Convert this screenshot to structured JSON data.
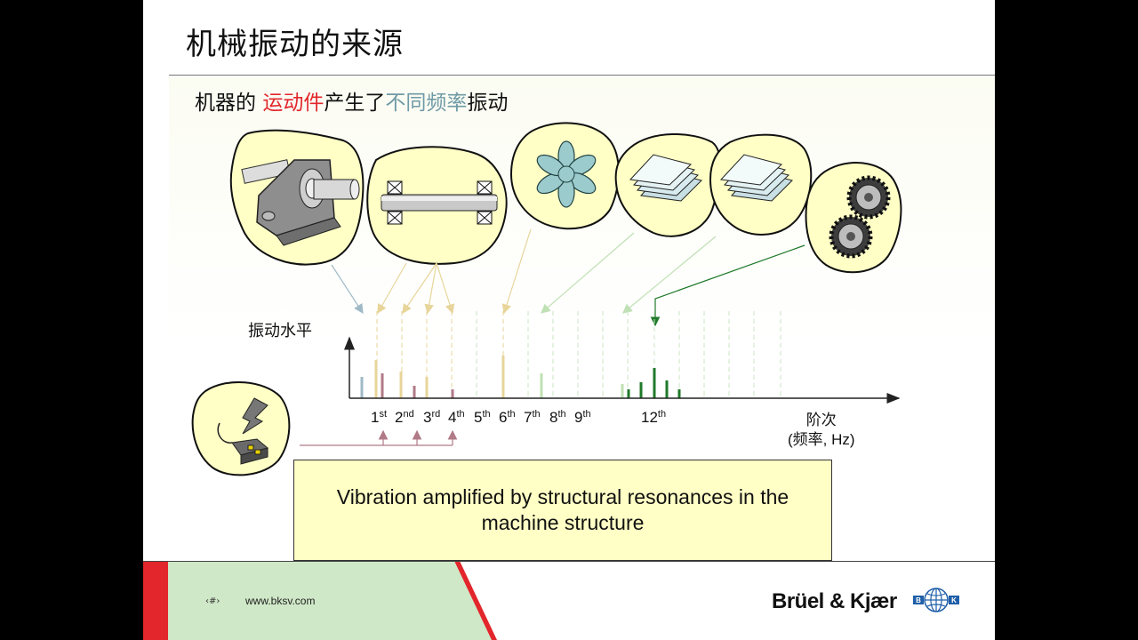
{
  "slide": {
    "title": "机械振动的来源",
    "subtitle": {
      "part1": "机器的 ",
      "part2": "运动件",
      "part3": "产生了",
      "part4": "不同频率",
      "part5": "振动"
    }
  },
  "chart": {
    "y_label": "振动水平",
    "x_label_line1": "阶次",
    "x_label_line2": "(频率, Hz)",
    "orders": [
      {
        "num": "1",
        "suffix": "st"
      },
      {
        "num": "2",
        "suffix": "nd"
      },
      {
        "num": "3",
        "suffix": "rd"
      },
      {
        "num": "4",
        "suffix": "th"
      },
      {
        "num": "5",
        "suffix": "th"
      },
      {
        "num": "6",
        "suffix": "th"
      },
      {
        "num": "7",
        "suffix": "th"
      },
      {
        "num": "8",
        "suffix": "th"
      },
      {
        "num": "9",
        "suffix": "th"
      },
      {
        "num": "12",
        "suffix": "th"
      }
    ]
  },
  "callout": {
    "text": "Vibration amplified by structural resonances in the machine structure"
  },
  "footer": {
    "page_number": "‹#›",
    "url": "www.bksv.com",
    "brand": "Brüel & Kjær",
    "logo_letters": [
      "B",
      "K"
    ]
  },
  "colors": {
    "red_text": "#e2262b",
    "teal_text": "#6f9aa6",
    "blob_fill": "#ffffc6",
    "footer_red": "#e2262b",
    "footer_green": "#cfe8c7"
  },
  "icons": [
    "bearing-housing-icon",
    "shaft-icon",
    "fan-icon",
    "blades-icon",
    "blades-icon",
    "gears-icon",
    "vibration-sensor-icon"
  ]
}
